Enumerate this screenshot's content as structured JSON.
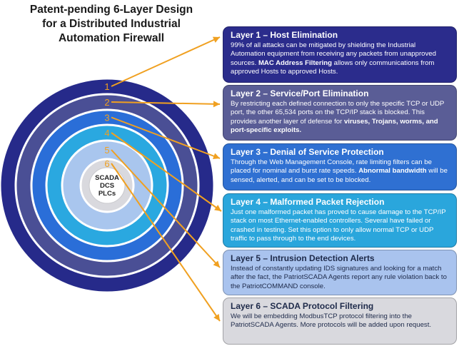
{
  "title": {
    "line1": "Patent-pending 6-Layer Design",
    "line2": "for a Distributed Industrial",
    "line3": "Automation Firewall"
  },
  "center_label": {
    "line1": "SCADA",
    "line2": "DCS",
    "line3": "PLCs"
  },
  "colors": {
    "arrow": "#f0a020",
    "ring_numbers": "#f0a020",
    "center_text": "#222222"
  },
  "layers": [
    {
      "number": "1",
      "heading": "Layer 1 – Host Elimination",
      "body": [
        {
          "t": "99% of all attacks can be mitigated by shielding the Industrial Automation equipment from receiving any packets from unapproved sources. "
        },
        {
          "t": "MAC Address Filtering",
          "b": true
        },
        {
          "t": " allows only communications from approved Hosts to approved Hosts."
        }
      ],
      "box_color": "#2b2c8c",
      "ring_color": "#262a8a"
    },
    {
      "number": "2",
      "heading": "Layer 2 – Service/Port Elimination",
      "body": [
        {
          "t": "By restricting each defined connection to only the specific TCP or UDP port, the other 65,534 ports on the TCP/IP stack is blocked. This provides another layer of defense for "
        },
        {
          "t": "viruses, Trojans, worms, and port-specific exploits.",
          "b": true
        }
      ],
      "box_color": "#5a5d96",
      "ring_color": "#4a4f95"
    },
    {
      "number": "3",
      "heading": "Layer 3 – Denial of Service Protection",
      "body": [
        {
          "t": "Through the Web Management Console, rate limiting filters can be placed for nominal and burst rate speeds. "
        },
        {
          "t": "Abnormal bandwidth",
          "b": true
        },
        {
          "t": " will be sensed, alerted, and can be set to be blocked."
        }
      ],
      "box_color": "#2f70d2",
      "ring_color": "#2a6ed8"
    },
    {
      "number": "4",
      "heading": "Layer 4 – Malformed Packet Rejection",
      "body": [
        {
          "t": "Just one malformed packet has proved to cause damage to the TCP/IP stack on most Ethernet-enabled controllers. Several have failed or crashed in testing. Set this option to only allow normal TCP or UDP traffic to pass through to the end devices."
        }
      ],
      "box_color": "#2aa6dc",
      "ring_color": "#2aa8e0"
    },
    {
      "number": "5",
      "heading": "Layer 5 – Intrusion Detection Alerts",
      "body": [
        {
          "t": "Instead of constantly updating IDS signatures and looking for a match after the fact, the PatriotSCADA Agents report any rule violation back to the PatriotCOMMAND console."
        }
      ],
      "box_color": "#a9c3ee",
      "ring_color": "#a9c6ee"
    },
    {
      "number": "6",
      "heading": "Layer 6 – SCADA Protocol Filtering",
      "body": [
        {
          "t": "We will be embedding ModbusTCP protocol filtering into the PatriotSCADA Agents. More protocols will be added upon request."
        }
      ],
      "box_color": "#d9d9de",
      "ring_color": "#d9d9de"
    }
  ]
}
